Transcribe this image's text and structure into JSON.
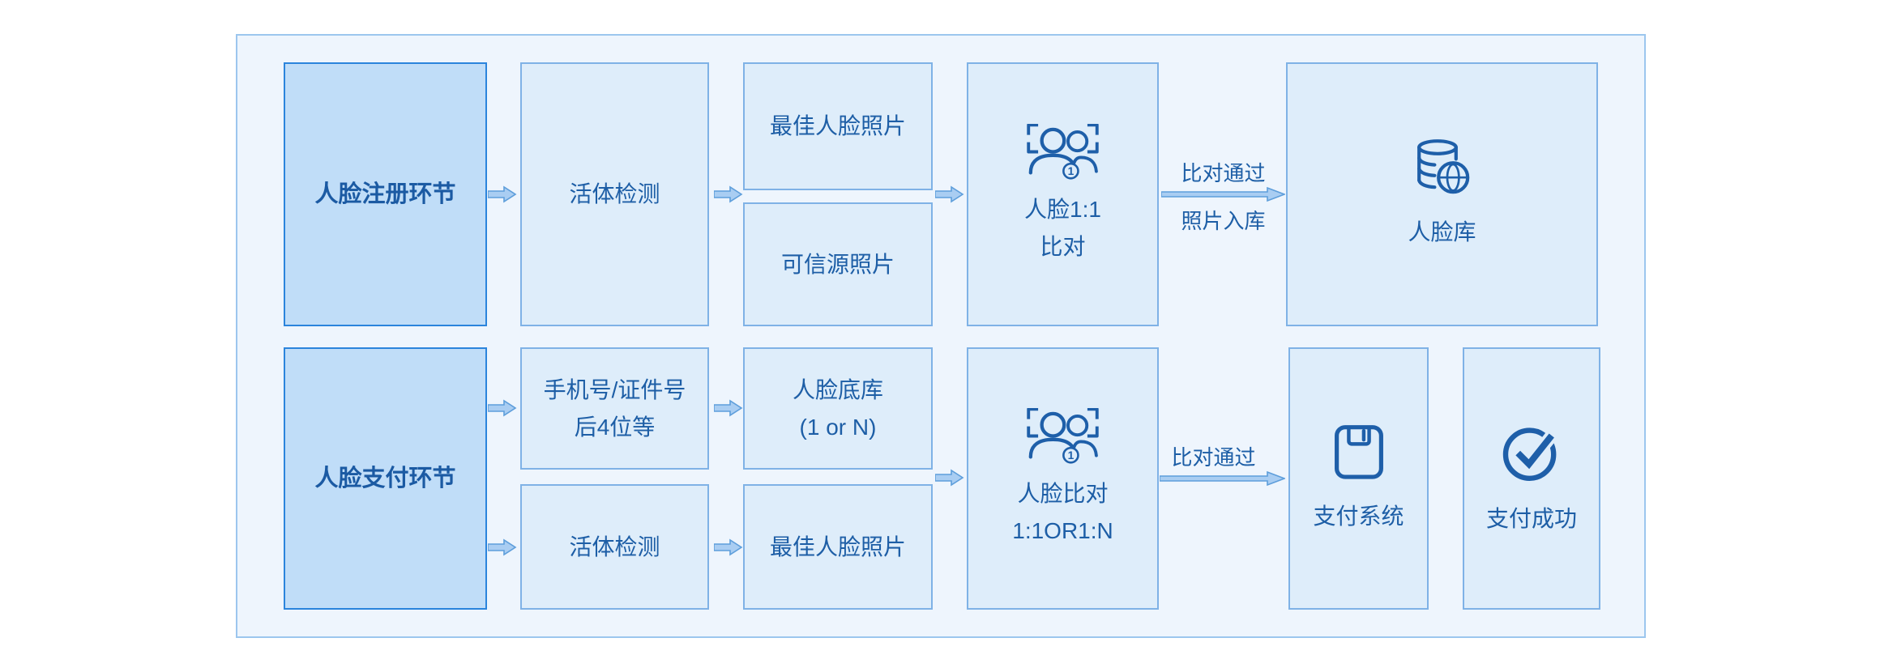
{
  "diagram": {
    "title": "face-recognition-registration-and-payment-flow"
  },
  "boxes": {
    "reg_phase": {
      "label": "人脸注册环节"
    },
    "liveness_reg": {
      "label": "活体检测"
    },
    "best_photo_reg": {
      "label": "最佳人脸照片"
    },
    "trusted_photo": {
      "label": "可信源照片"
    },
    "face_1v1": {
      "line1": "人脸1:1",
      "line2": "比对"
    },
    "face_db": {
      "label": "人脸库"
    },
    "pay_phase": {
      "label": "人脸支付环节"
    },
    "phone_id": {
      "line1": "手机号/证件号",
      "line2": "后4位等"
    },
    "liveness_pay": {
      "label": "活体检测"
    },
    "face_base": {
      "line1": "人脸底库",
      "line2": "(1 or N)"
    },
    "best_photo_pay": {
      "label": "最佳人脸照片"
    },
    "face_compare": {
      "line1": "人脸比对",
      "line2": "1:1OR1:N"
    },
    "pay_system": {
      "label": "支付系统"
    },
    "pay_success": {
      "label": "支付成功"
    }
  },
  "arrow_labels": {
    "reg_pass_top": "比对通过",
    "reg_pass_bottom": "照片入库",
    "pay_pass": "比对通过"
  },
  "icons": {
    "face_compare_badge": "1",
    "face_1v1_icon": "people-scan-icon",
    "face_db_icon": "face-database-icon",
    "pay_system_icon": "payment-terminal-icon",
    "pay_success_icon": "check-circle-icon"
  },
  "colors": {
    "panel_bg": "#eef5fd",
    "panel_border": "#9cc6ee",
    "phase_box_bg": "#c0ddf8",
    "phase_box_border": "#2b84dc",
    "box_bg": "#deedfa",
    "box_border": "#7fb2e6",
    "text": "#1d5ea6",
    "icon": "#1e5fa9",
    "arrow_fill": "#a9cdf2",
    "arrow_stroke": "#5e9edb"
  }
}
